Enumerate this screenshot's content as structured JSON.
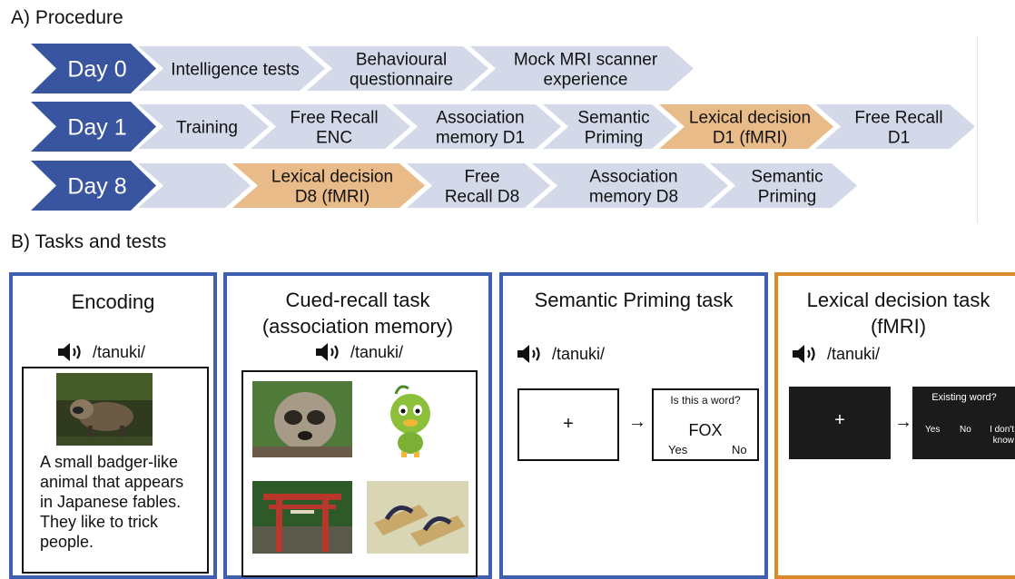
{
  "section_a": {
    "title": "A) Procedure"
  },
  "section_b": {
    "title": "B) Tasks and tests"
  },
  "colors": {
    "day_chevron": "#3a559f",
    "task_chevron": "#d3d9e8",
    "fmri_chevron": "#e8bb88",
    "panel_blue": "#3f5fb0",
    "panel_orange": "#d98a2c"
  },
  "days": [
    {
      "label": "Day 0",
      "tasks": [
        {
          "lines": [
            "Intelligence tests"
          ],
          "fmri": false
        },
        {
          "lines": [
            "Behavioural",
            "questionnaire"
          ],
          "fmri": false
        },
        {
          "lines": [
            "Mock MRI scanner",
            "experience"
          ],
          "fmri": false
        }
      ]
    },
    {
      "label": "Day 1",
      "tasks": [
        {
          "lines": [
            "Training"
          ],
          "fmri": false
        },
        {
          "lines": [
            "Free Recall",
            "ENC"
          ],
          "fmri": false
        },
        {
          "lines": [
            "Association",
            "memory D1"
          ],
          "fmri": false
        },
        {
          "lines": [
            "Semantic",
            "Priming"
          ],
          "fmri": false
        },
        {
          "lines": [
            "Lexical decision",
            "D1 (fMRI)"
          ],
          "fmri": true
        },
        {
          "lines": [
            "Free Recall",
            "D1"
          ],
          "fmri": false
        }
      ]
    },
    {
      "label": "Day 8",
      "tasks": [
        {
          "lines": [
            ""
          ],
          "fmri": false
        },
        {
          "lines": [
            "Lexical decision",
            "D8  (fMRI)"
          ],
          "fmri": true
        },
        {
          "lines": [
            "Free",
            "Recall D8"
          ],
          "fmri": false
        },
        {
          "lines": [
            "Association",
            "memory D8"
          ],
          "fmri": false
        },
        {
          "lines": [
            "Semantic",
            "Priming"
          ],
          "fmri": false
        }
      ]
    }
  ],
  "panels": {
    "encoding": {
      "title": "Encoding",
      "audio": "/tanuki/",
      "images": [
        "tanuki-photo"
      ],
      "description": [
        "A small badger-like",
        "animal that appears",
        "in Japanese fables.",
        "They like to trick",
        "people."
      ]
    },
    "cued_recall": {
      "title_line1": "Cued-recall task",
      "title_line2": "(association memory)",
      "audio": "/tanuki/",
      "images": [
        "tanuki-face-photo",
        "kappa-cartoon",
        "torii-gate-photo",
        "geta-sandals-photo"
      ]
    },
    "semantic_priming": {
      "title": "Semantic Priming task",
      "audio": "/tanuki/",
      "fixation": "+",
      "arrow": "→",
      "question": "Is this a word?",
      "word": "FOX",
      "yes": "Yes",
      "no": "No"
    },
    "lexical_decision": {
      "title_line1": "Lexical decision task",
      "title_line2": "(fMRI)",
      "audio": "/tanuki/",
      "fixation": "+",
      "arrow": "→",
      "question": "Existing word?",
      "yes": "Yes",
      "no": "No",
      "dont_know_line1": "I don't",
      "dont_know_line2": "know"
    }
  }
}
